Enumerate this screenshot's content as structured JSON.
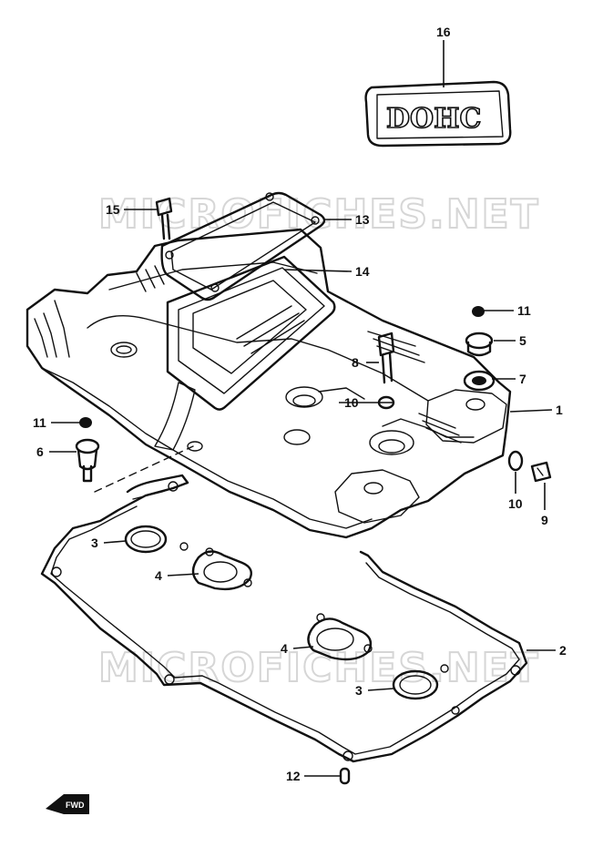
{
  "watermarks": [
    "MICROFICHES.NET",
    "MICROFICHES.NET"
  ],
  "emblem_text": "DOHC",
  "direction_label": "FWD",
  "callouts": [
    {
      "id": "c16",
      "label": "16"
    },
    {
      "id": "c15",
      "label": "15"
    },
    {
      "id": "c13",
      "label": "13"
    },
    {
      "id": "c14",
      "label": "14"
    },
    {
      "id": "c11a",
      "label": "11"
    },
    {
      "id": "c5",
      "label": "5"
    },
    {
      "id": "c8",
      "label": "8"
    },
    {
      "id": "c7",
      "label": "7"
    },
    {
      "id": "c10a",
      "label": "10"
    },
    {
      "id": "c1",
      "label": "1"
    },
    {
      "id": "c11b",
      "label": "11"
    },
    {
      "id": "c6",
      "label": "6"
    },
    {
      "id": "c10b",
      "label": "10"
    },
    {
      "id": "c9",
      "label": "9"
    },
    {
      "id": "c3a",
      "label": "3"
    },
    {
      "id": "c4a",
      "label": "4"
    },
    {
      "id": "c2",
      "label": "2"
    },
    {
      "id": "c4b",
      "label": "4"
    },
    {
      "id": "c3b",
      "label": "3"
    },
    {
      "id": "c12",
      "label": "12"
    }
  ]
}
